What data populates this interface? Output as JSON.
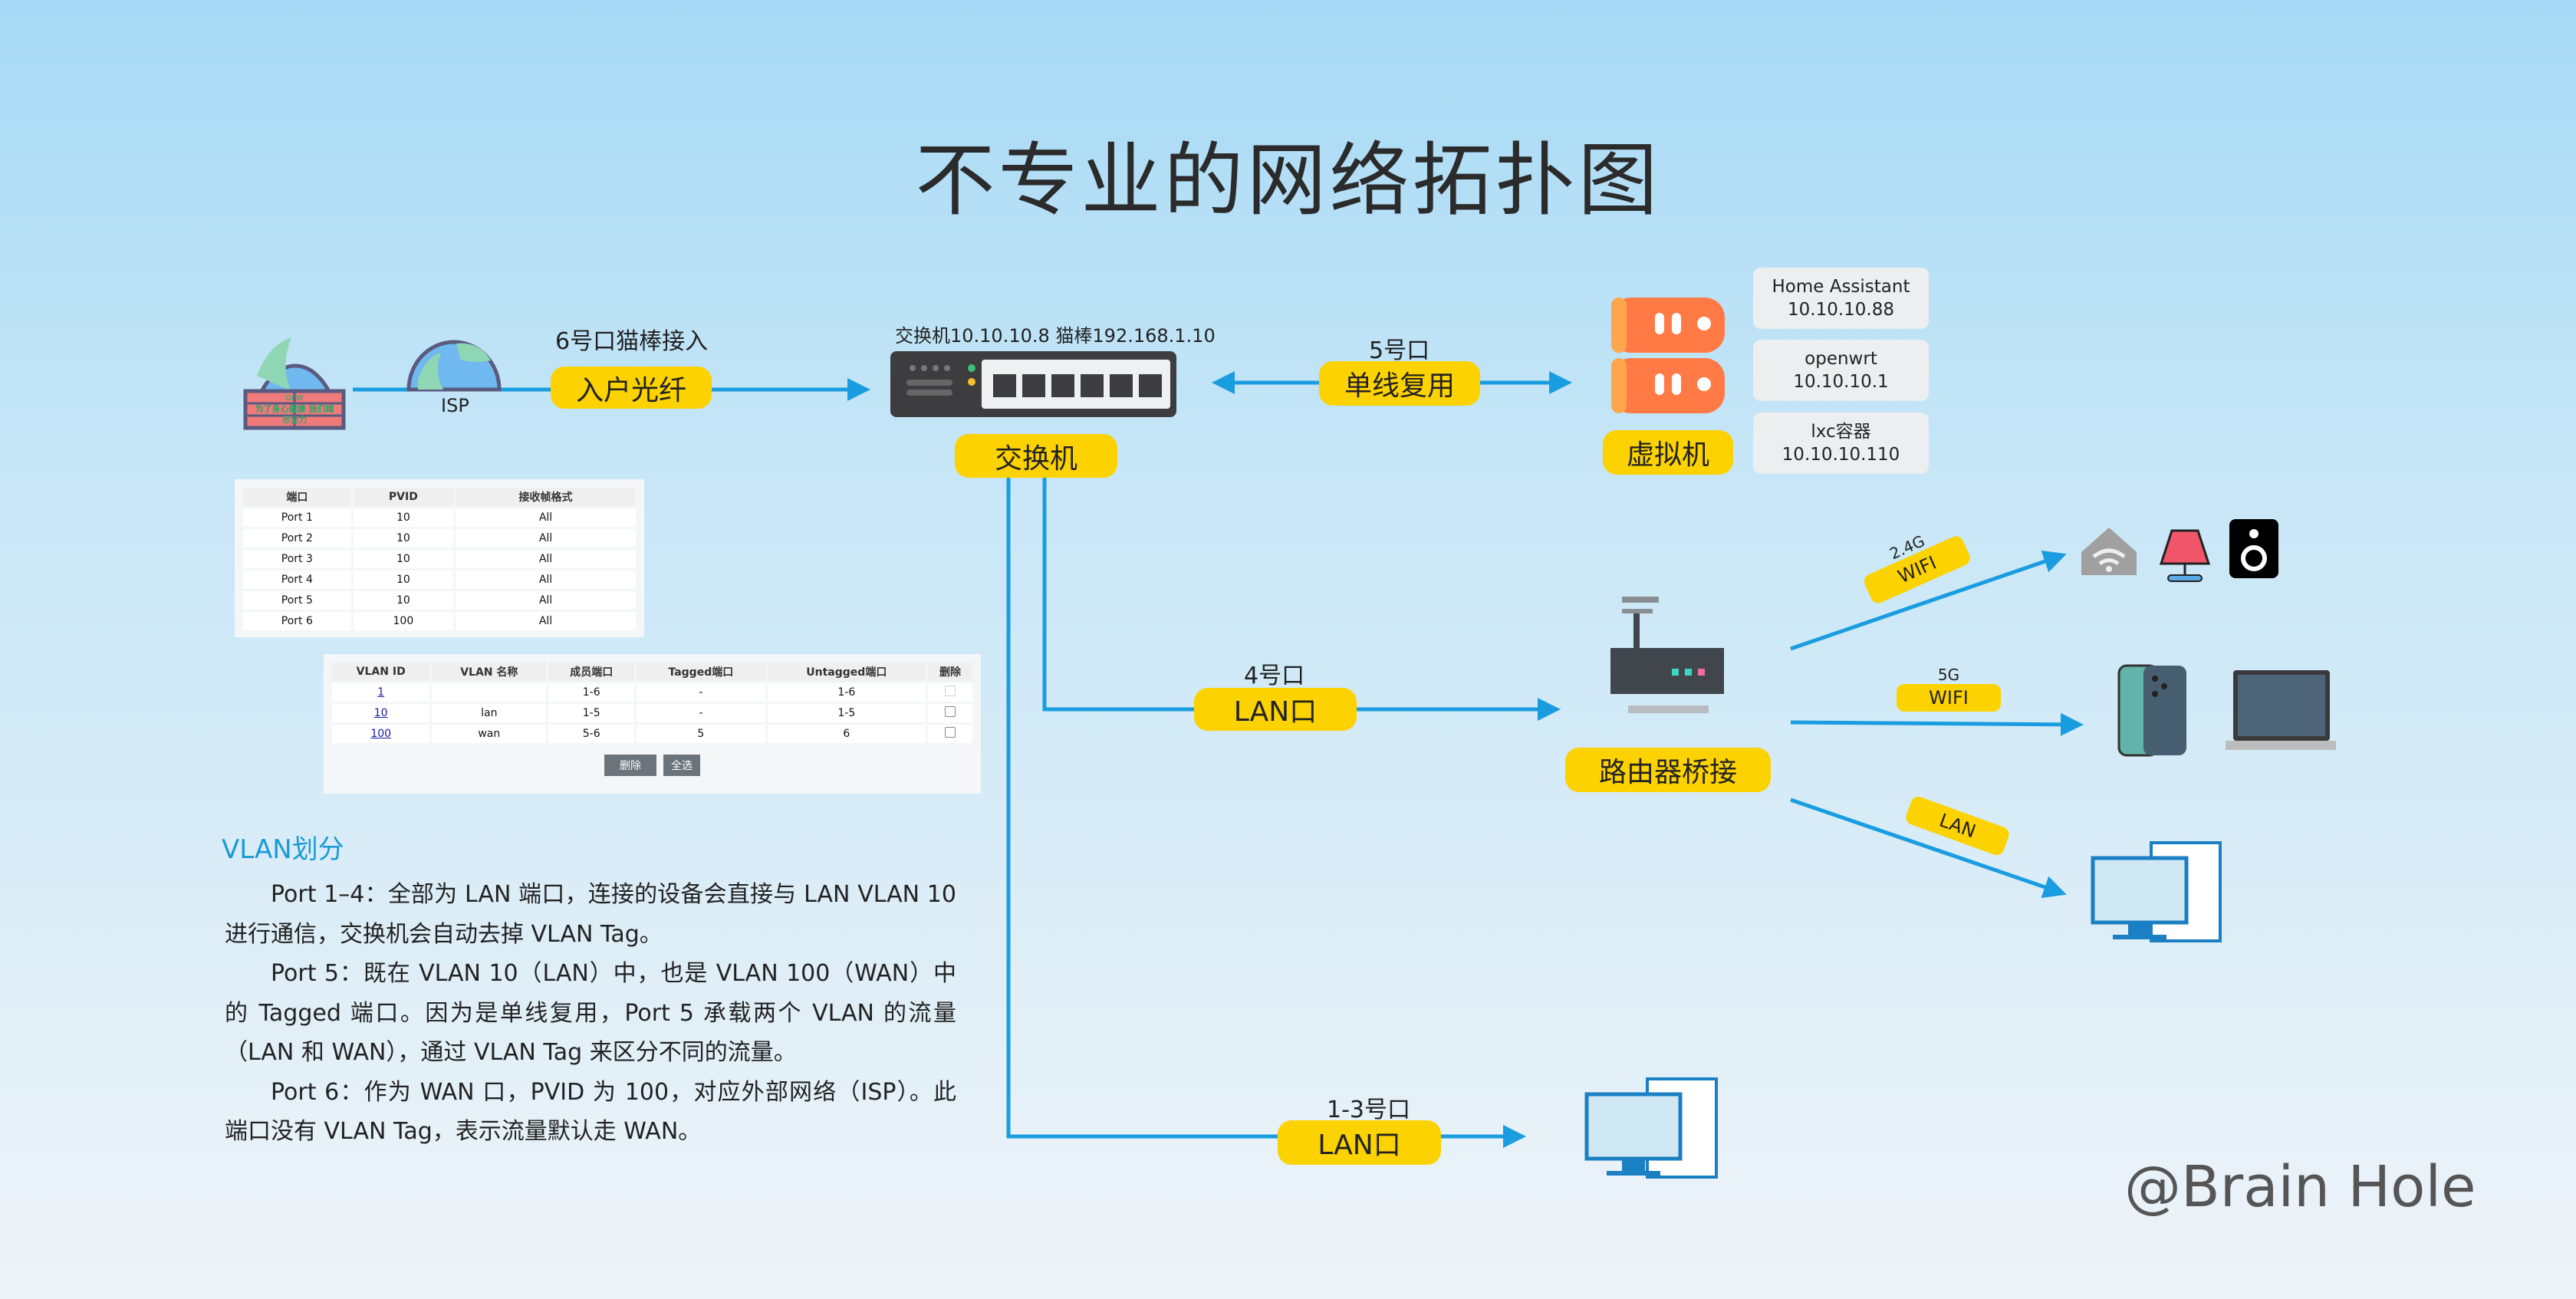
{
  "title": "不专业的网络拓扑图",
  "colors": {
    "pill": "#fcd200",
    "line": "#1a9de0",
    "heading": "#1a9ad6"
  },
  "wan": {
    "firewall_label": "GFW",
    "firewall_slogan": "为了身心健康 我们竭尽全力",
    "isp_label": "ISP",
    "port_label": "6号口猫棒接入",
    "pill": "入户光纤"
  },
  "switch": {
    "label": "交换机10.10.10.8 猫棒192.168.1.10",
    "pill": "交换机"
  },
  "trunk": {
    "port_label": "5号口",
    "pill": "单线复用"
  },
  "vm": {
    "pill": "虚拟机",
    "items": [
      {
        "name": "Home Assistant",
        "ip": "10.10.10.88"
      },
      {
        "name": "openwrt",
        "ip": "10.10.10.1"
      },
      {
        "name": "lxc容器",
        "ip": "10.10.10.110"
      }
    ]
  },
  "port4": {
    "port_label": "4号口",
    "pill": "LAN口"
  },
  "port13": {
    "port_label": "1-3号口",
    "pill": "LAN口"
  },
  "router": {
    "pill": "路由器桥接",
    "wifi24": {
      "band": "2.4G",
      "tag": "WIFI"
    },
    "wifi5": {
      "band": "5G",
      "tag": "WIFI"
    },
    "lan": {
      "tag": "LAN"
    }
  },
  "pvid_table": {
    "headers": [
      "端口",
      "PVID",
      "接收帧格式"
    ],
    "rows": [
      [
        "Port 1",
        "10",
        "All"
      ],
      [
        "Port 2",
        "10",
        "All"
      ],
      [
        "Port 3",
        "10",
        "All"
      ],
      [
        "Port 4",
        "10",
        "All"
      ],
      [
        "Port 5",
        "10",
        "All"
      ],
      [
        "Port 6",
        "100",
        "All"
      ]
    ]
  },
  "vlan_table": {
    "headers": [
      "VLAN ID",
      "VLAN 名称",
      "成员端口",
      "Tagged端口",
      "Untagged端口",
      "删除"
    ],
    "rows": [
      [
        "1",
        "",
        "1-6",
        "-",
        "1-6"
      ],
      [
        "10",
        "lan",
        "1-5",
        "-",
        "1-5"
      ],
      [
        "100",
        "wan",
        "5-6",
        "5",
        "6"
      ]
    ],
    "delete_button": "删除",
    "select_all_button": "全选"
  },
  "vlan_section": {
    "heading": "VLAN划分",
    "paragraphs": [
      "Port 1–4：全部为 LAN 端口，连接的设备会直接与 LAN VLAN 10 进行通信，交换机会自动去掉 VLAN Tag。",
      "Port 5：既在 VLAN 10（LAN）中，也是 VLAN 100（WAN）中的 Tagged 端口。因为是单线复用，Port 5 承载两个 VLAN 的流量（LAN 和 WAN），通过 VLAN Tag 来区分不同的流量。",
      "Port 6：作为 WAN 口，PVID 为 100，对应外部网络（ISP）。此端口没有 VLAN Tag，表示流量默认走 WAN。"
    ]
  },
  "watermark": "@Brain Hole"
}
